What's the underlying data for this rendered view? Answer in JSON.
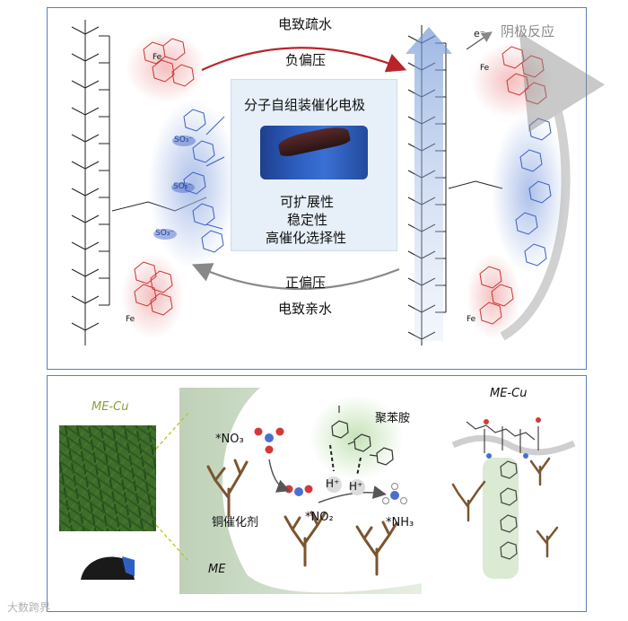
{
  "top": {
    "label_top_1": "电致疏水",
    "label_top_2": "负偏压",
    "label_cathode": "阴极反应",
    "electron": "e⁻",
    "center_title": "分子自组装催化电极",
    "props": [
      "可扩展性",
      "稳定性",
      "高催化选择性"
    ],
    "label_bottom_1": "正偏压",
    "label_bottom_2": "电致亲水",
    "fe": "Fe",
    "so3": "SO₃⁻"
  },
  "bottom": {
    "me_cu_left": "ME-Cu",
    "me_cu_right": "ME-Cu",
    "no3": "*NO₃",
    "no2": "*NO₂",
    "nh3": "*NH₃",
    "catalyst": "铜催化剂",
    "polyaniline": "聚苯胺",
    "hplus": "H⁺",
    "me": "ME"
  },
  "watermark": "大数跨界",
  "colors": {
    "frame": "#5a7fb8",
    "red_arrow": "#b9242a",
    "gray_arrow": "#888888",
    "blue_glow": "#9fb6e6",
    "pink_glow": "#f2b8b8",
    "green_glow": "#cfe3c4"
  }
}
